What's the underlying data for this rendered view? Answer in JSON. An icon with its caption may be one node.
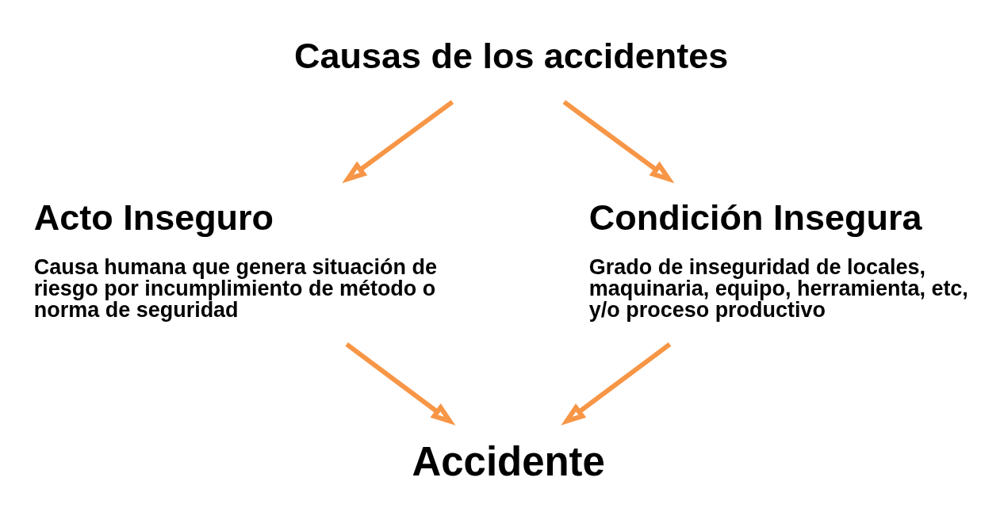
{
  "diagram": {
    "nodes": [
      {
        "text": [
          "Causas de los accidentes"
        ]
      },
      {
        "text": [
          "Acto Inseguro",
          "Causa humana que genera situación de riesgo por incumplimiento de método o norma de seguridad"
        ]
      },
      {
        "text": [
          "Condición Insegura",
          "Grado de inseguridad de locales, maquinaria, equipo, herramienta, etc, y/o proceso productivo"
        ]
      },
      {
        "text": [
          "Accidente"
        ]
      }
    ],
    "edges": [
      {
        "from": 0,
        "to": 1,
        "arrow": "to"
      },
      {
        "from": 0,
        "to": 2,
        "arrow": "to"
      },
      {
        "from": 1,
        "to": 3,
        "arrow": "to"
      },
      {
        "from": 2,
        "to": 3,
        "arrow": "to"
      }
    ]
  }
}
